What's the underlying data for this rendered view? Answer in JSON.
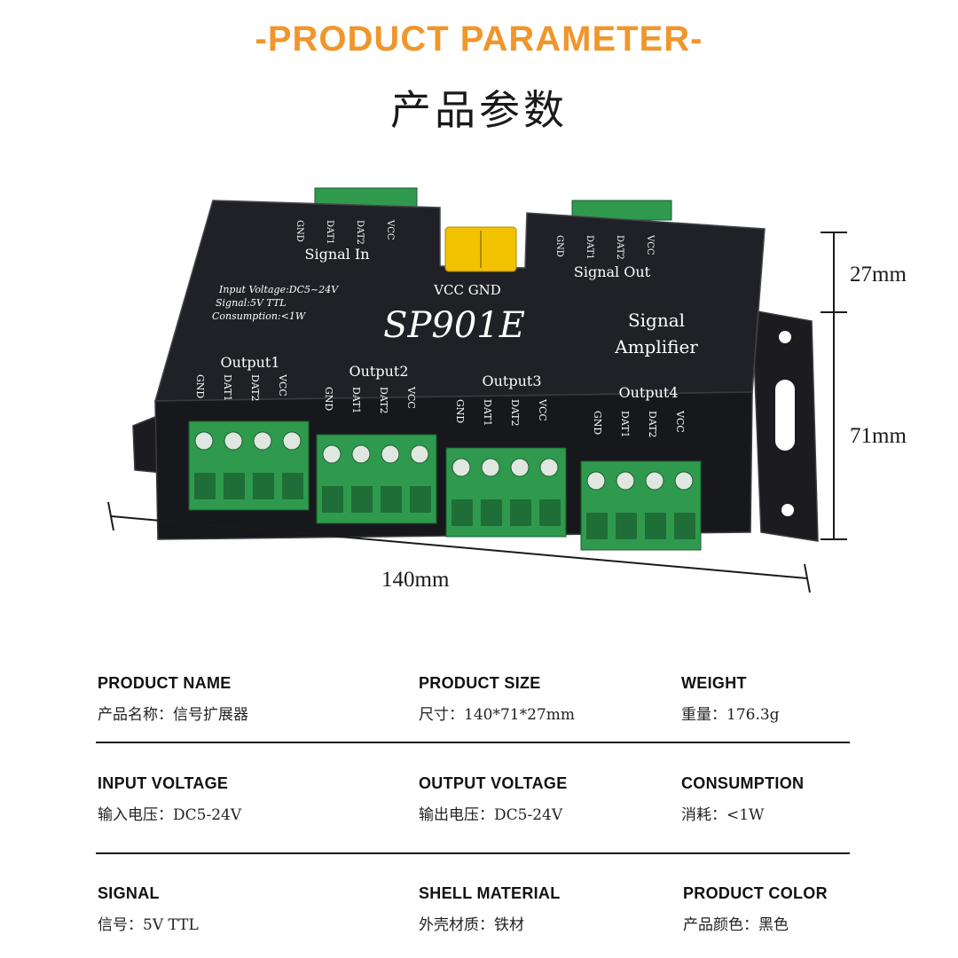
{
  "header": {
    "title": "-PRODUCT PARAMETER-",
    "subtitle": "产品参数",
    "accent_color": "#f0962c"
  },
  "device": {
    "model": "SP901E",
    "side_label": [
      "Signal",
      "Amplifier"
    ],
    "spec_lines": [
      "Input Voltage:DC5~24V",
      "Signal:5V TTL",
      "Consumption:<1W"
    ],
    "signal_in_label": "Signal In",
    "signal_out_label": "Signal Out",
    "power_label": "VCC GND",
    "pins": [
      "GND",
      "DAT1",
      "DAT2",
      "VCC"
    ],
    "outputs": [
      "Output1",
      "Output2",
      "Output3",
      "Output4"
    ],
    "body_color": "#1e1f24",
    "terminal_color": "#2f9a4e",
    "fuse_color": "#f2c200"
  },
  "dimensions": {
    "height_top": "27mm",
    "height_bottom": "71mm",
    "length": "140mm"
  },
  "specs": [
    {
      "label": "PRODUCT NAME",
      "value": "产品名称：信号扩展器"
    },
    {
      "label": "PRODUCT SIZE",
      "value": "尺寸：140*71*27mm"
    },
    {
      "label": "WEIGHT",
      "value": "重量：176.3g"
    },
    {
      "label": "INPUT VOLTAGE",
      "value": "输入电压：DC5-24V"
    },
    {
      "label": "OUTPUT VOLTAGE",
      "value": "输出电压：DC5-24V"
    },
    {
      "label": "CONSUMPTION",
      "value": "消耗：<1W"
    },
    {
      "label": "SIGNAL",
      "value": "信号：5V TTL"
    },
    {
      "label": "SHELL MATERIAL",
      "value": "外壳材质：铁材"
    },
    {
      "label": "PRODUCT COLOR",
      "value": "产品颜色：黑色"
    }
  ]
}
